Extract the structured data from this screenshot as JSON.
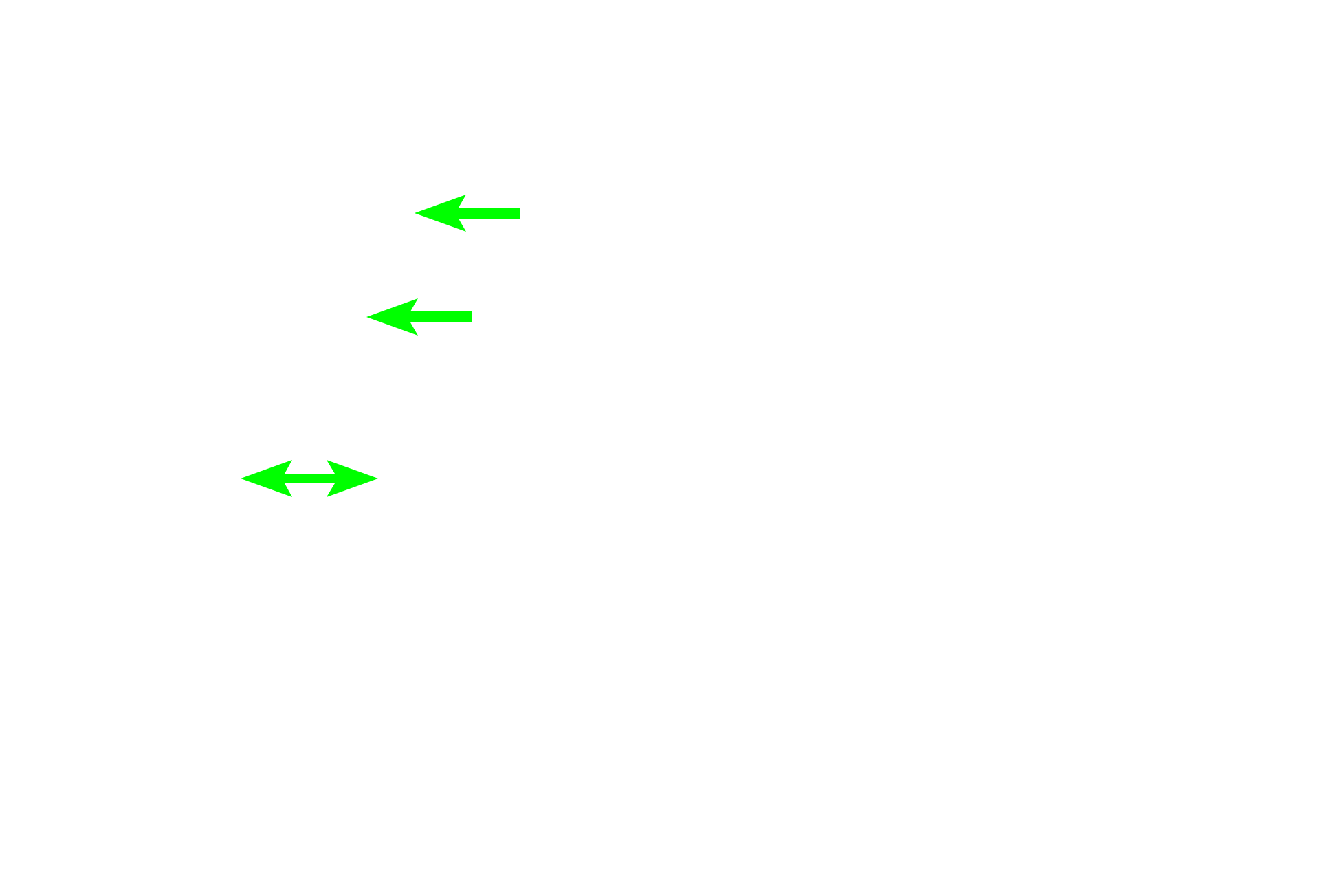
{
  "arrow_color": "#00ff00",
  "background_color": "#ffffff",
  "arrows": [
    {
      "icon": "arrow-left-icon",
      "direction": "left"
    },
    {
      "icon": "arrow-left-icon",
      "direction": "left"
    },
    {
      "icon": "double-arrow-horizontal-icon",
      "direction": "both"
    }
  ]
}
